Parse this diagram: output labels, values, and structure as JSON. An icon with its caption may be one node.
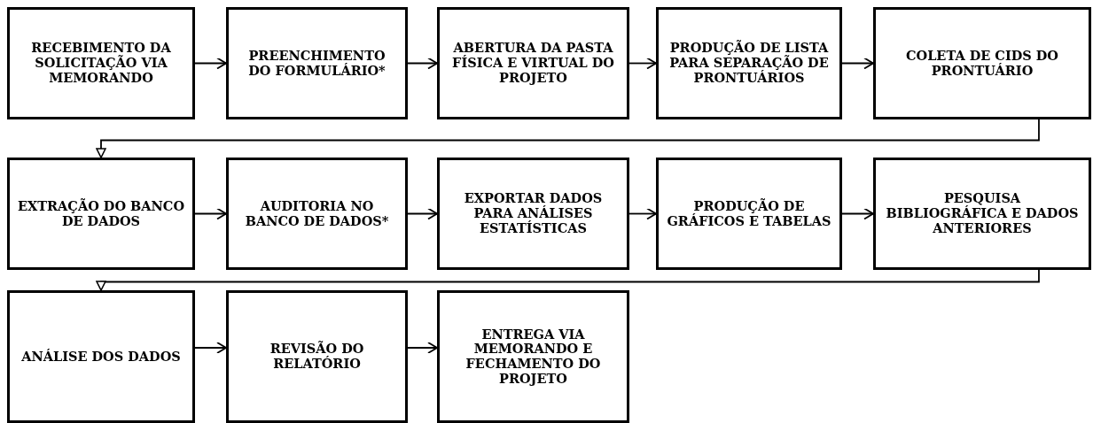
{
  "diagram": {
    "nodes": [
      {
        "text": [
          "RECEBIMENTO DA SOLICITAÇÃO VIA MEMORANDO"
        ]
      },
      {
        "text": [
          "PREENCHIMENTO DO FORMULÁRIO*"
        ]
      },
      {
        "text": [
          "ABERTURA DA PASTA FÍSICA E VIRTUAL DO PROJETO"
        ]
      },
      {
        "text": [
          "PRODUÇÃO DE LISTA PARA SEPARAÇÃO DE PRONTUÁRIOS"
        ]
      },
      {
        "text": [
          "COLETA DE CIDS DO PRONTUÁRIO"
        ]
      },
      {
        "text": [
          "EXTRAÇÃO DO BANCO DE DADOS"
        ]
      },
      {
        "text": [
          "AUDITORIA NO BANCO DE DADOS*"
        ]
      },
      {
        "text": [
          "EXPORTAR DADOS PARA ANÁLISES ESTATÍSTICAS"
        ]
      },
      {
        "text": [
          "PRODUÇÃO DE GRÁFICOS E TABELAS"
        ]
      },
      {
        "text": [
          "PESQUISA BIBLIOGRÁFICA E DADOS ANTERIORES"
        ]
      },
      {
        "text": [
          "ANÁLISE DOS DADOS"
        ]
      },
      {
        "text": [
          "REVISÃO DO RELATÓRIO"
        ]
      },
      {
        "text": [
          "ENTREGA VIA MEMORANDO E FECHAMENTO DO PROJETO"
        ]
      }
    ],
    "edges": [
      {
        "from": 0,
        "to": 1,
        "arrow": "to"
      },
      {
        "from": 1,
        "to": 2,
        "arrow": "to"
      },
      {
        "from": 2,
        "to": 3,
        "arrow": "to"
      },
      {
        "from": 3,
        "to": 4,
        "arrow": "to"
      },
      {
        "from": 4,
        "to": 5,
        "arrow": "to"
      },
      {
        "from": 5,
        "to": 6,
        "arrow": "to"
      },
      {
        "from": 6,
        "to": 7,
        "arrow": "to"
      },
      {
        "from": 7,
        "to": 8,
        "arrow": "to"
      },
      {
        "from": 8,
        "to": 9,
        "arrow": "to"
      },
      {
        "from": 9,
        "to": 10,
        "arrow": "to"
      },
      {
        "from": 10,
        "to": 11,
        "arrow": "to"
      },
      {
        "from": 11,
        "to": 12,
        "arrow": "to"
      }
    ]
  }
}
